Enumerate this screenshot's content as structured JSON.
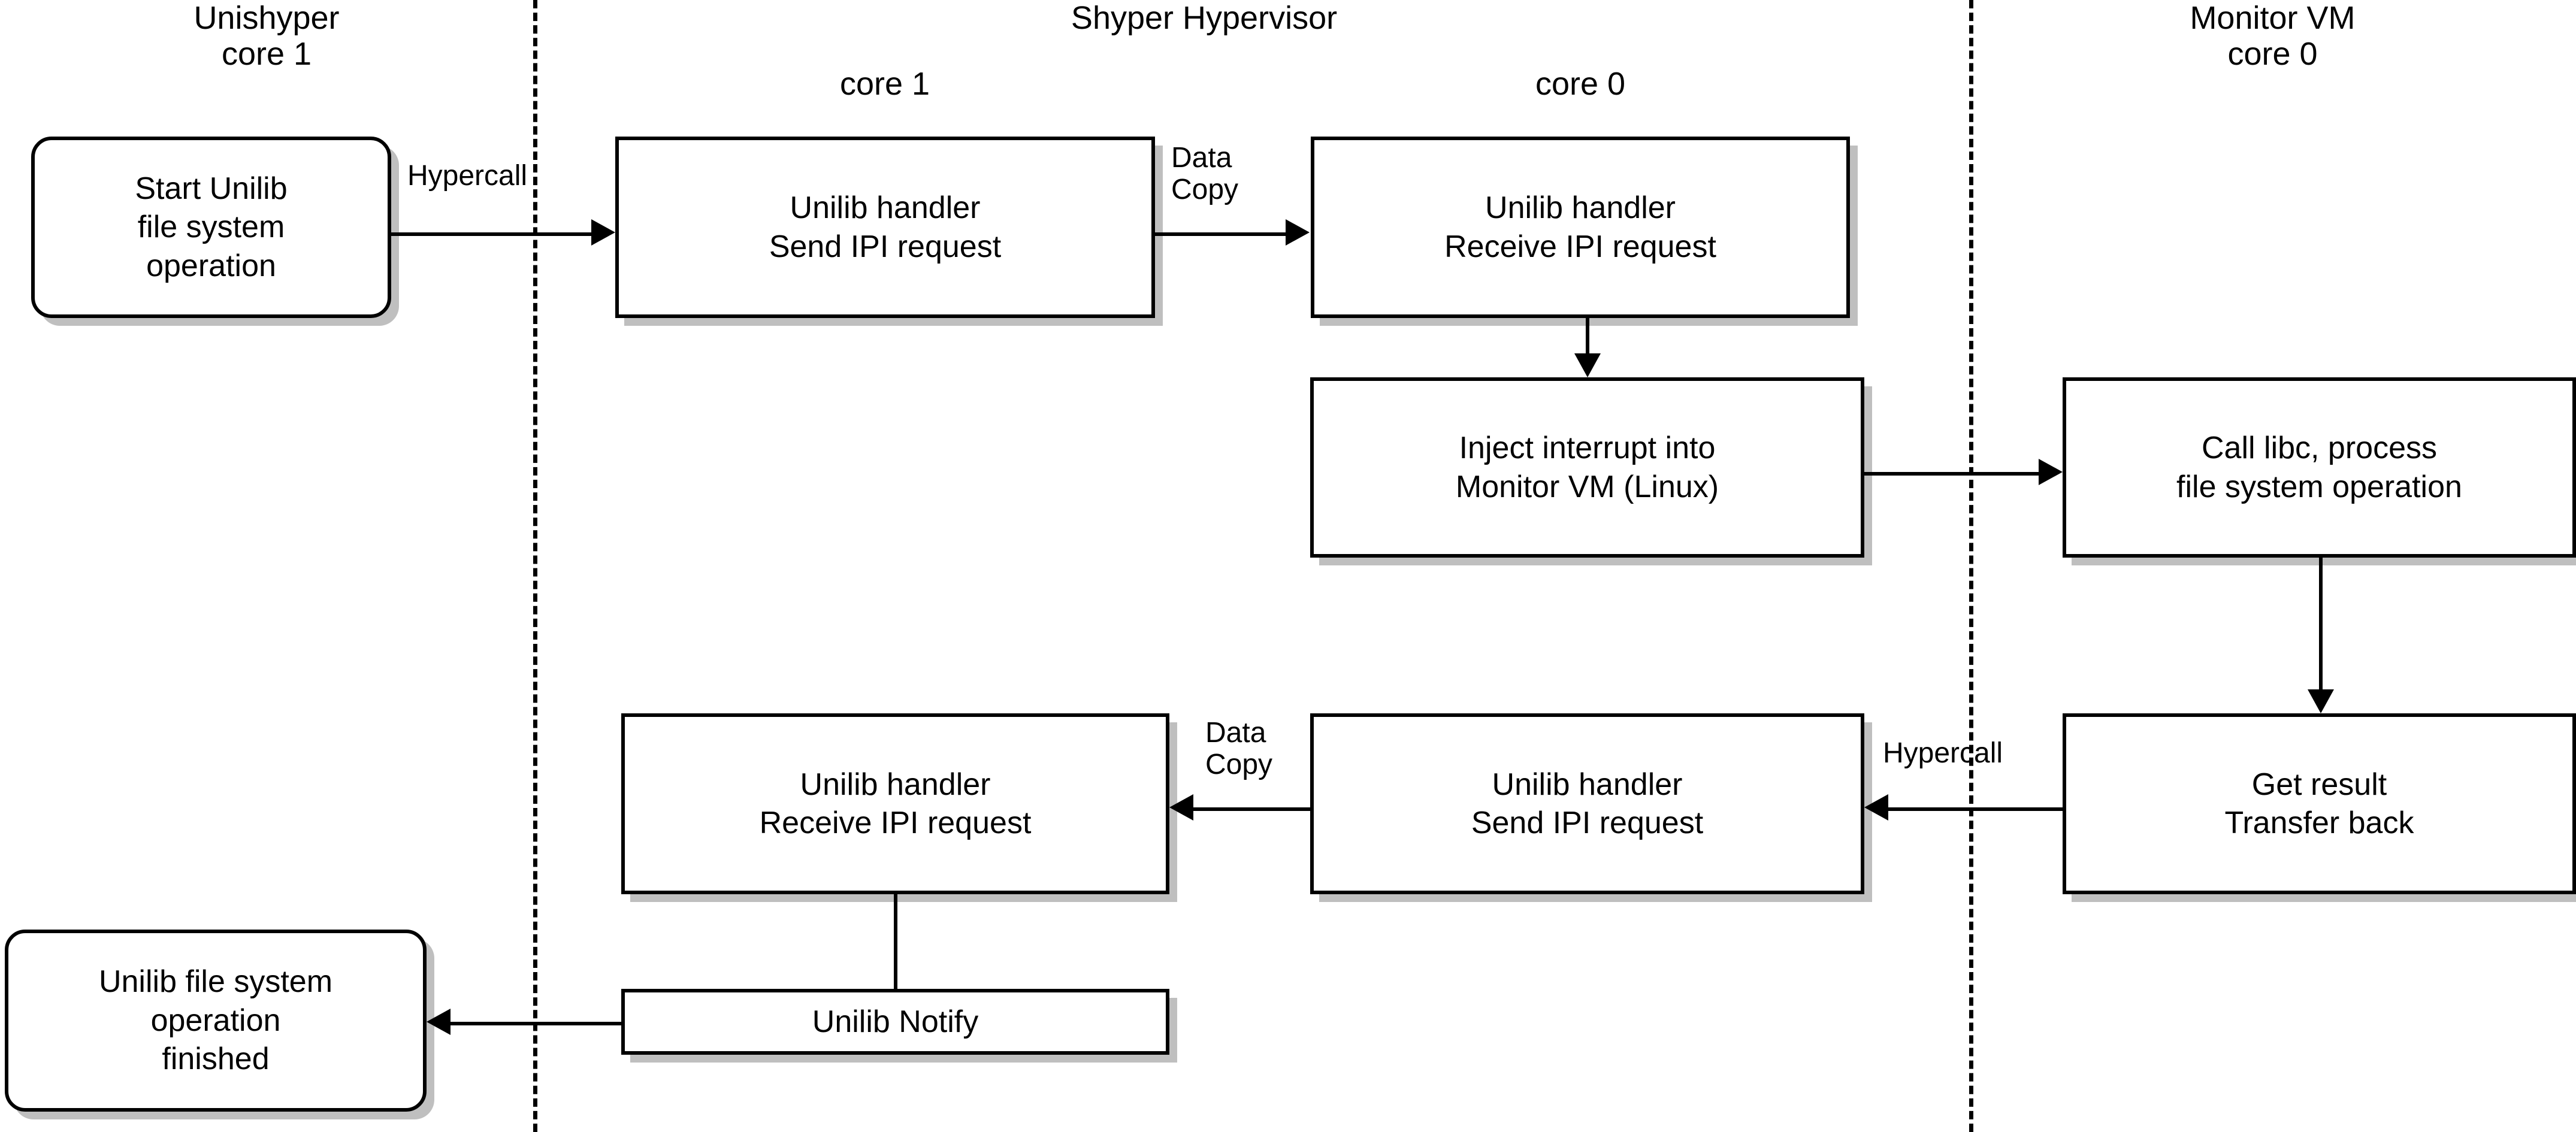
{
  "diagram": {
    "lanes": [
      {
        "name": "Unishyper",
        "core": "core 1"
      },
      {
        "name": "Shyper Hypervisor",
        "core_left": "core 1",
        "core_right": "core 0"
      },
      {
        "name": "Monitor VM",
        "core": "core 0"
      }
    ],
    "nodes": {
      "start_unilib": {
        "line1": "Start Unilib",
        "line2": "file system",
        "line3": "operation"
      },
      "handler_send_top": {
        "line1": "Unilib handler",
        "line2": "Send IPI request"
      },
      "handler_receive_top": {
        "line1": "Unilib handler",
        "line2": "Receive IPI request"
      },
      "inject_interrupt": {
        "line1": "Inject interrupt into",
        "line2": "Monitor VM (Linux)"
      },
      "call_libc": {
        "line1": "Call libc, process",
        "line2": "file system operation"
      },
      "handler_receive_bottom": {
        "line1": "Unilib handler",
        "line2": "Receive IPI request"
      },
      "handler_send_bottom": {
        "line1": "Unilib handler",
        "line2": "Send IPI request"
      },
      "get_result": {
        "line1": "Get result",
        "line2": "Transfer back"
      },
      "unilib_notify": {
        "line1": "Unilib Notify"
      },
      "operation_finished": {
        "line1": "Unilib file system",
        "line2": "operation",
        "line3": "finished"
      }
    },
    "edges": {
      "hypercall_top": "Hypercall",
      "data_copy_top_l1": "Data",
      "data_copy_top_l2": "Copy",
      "data_copy_bottom_l1": "Data",
      "data_copy_bottom_l2": "Copy",
      "hypercall_bottom": "Hypercall"
    },
    "colors": {
      "stroke": "#000000",
      "fill": "#ffffff",
      "shadow": "#c0c0c0"
    }
  }
}
